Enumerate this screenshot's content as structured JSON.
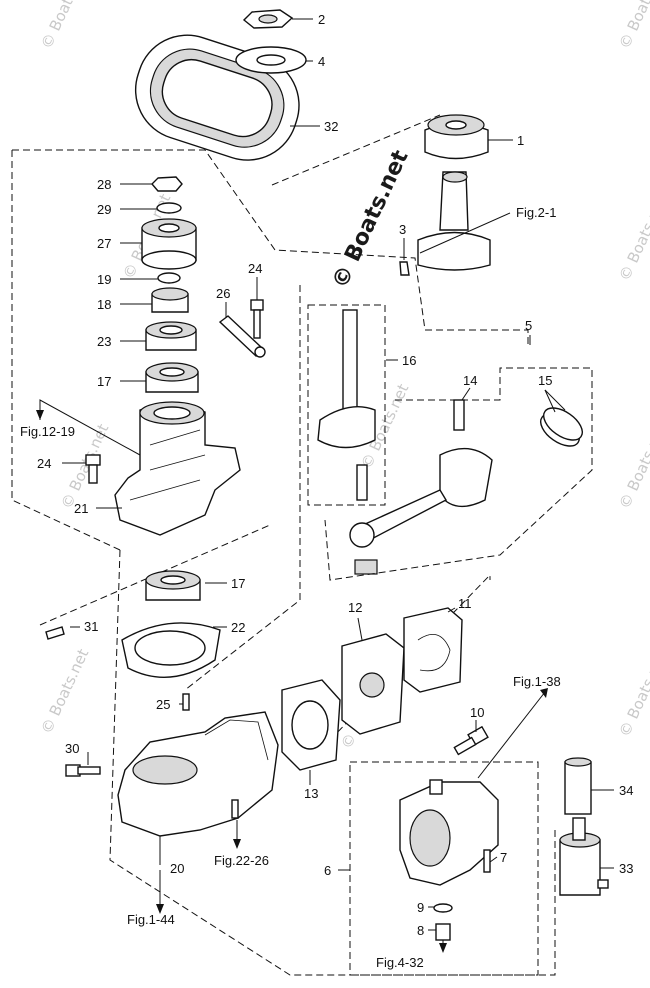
{
  "callouts": {
    "c1": "1",
    "c2": "2",
    "c3": "3",
    "c4": "4",
    "c5": "5",
    "c6": "6",
    "c7": "7",
    "c8": "8",
    "c9": "9",
    "c10": "10",
    "c11": "11",
    "c12": "12",
    "c13": "13",
    "c14": "14",
    "c15": "15",
    "c16": "16",
    "c17a": "17",
    "c17b": "17",
    "c18": "18",
    "c19": "19",
    "c20": "20",
    "c21": "21",
    "c22": "22",
    "c23": "23",
    "c24a": "24",
    "c24b": "24",
    "c25": "25",
    "c26": "26",
    "c27": "27",
    "c28": "28",
    "c29": "29",
    "c30": "30",
    "c31": "31",
    "c32": "32",
    "c33": "33",
    "c34": "34"
  },
  "figure_refs": {
    "fig_2_1": "Fig.2-1",
    "fig_12_19": "Fig.12-19",
    "fig_1_38": "Fig.1-38",
    "fig_22_26": "Fig.22-26",
    "fig_1_44": "Fig.1-44",
    "fig_4_32": "Fig.4-32"
  },
  "watermark": {
    "text": "© Boats.net",
    "main_text": "© Boats.net"
  }
}
